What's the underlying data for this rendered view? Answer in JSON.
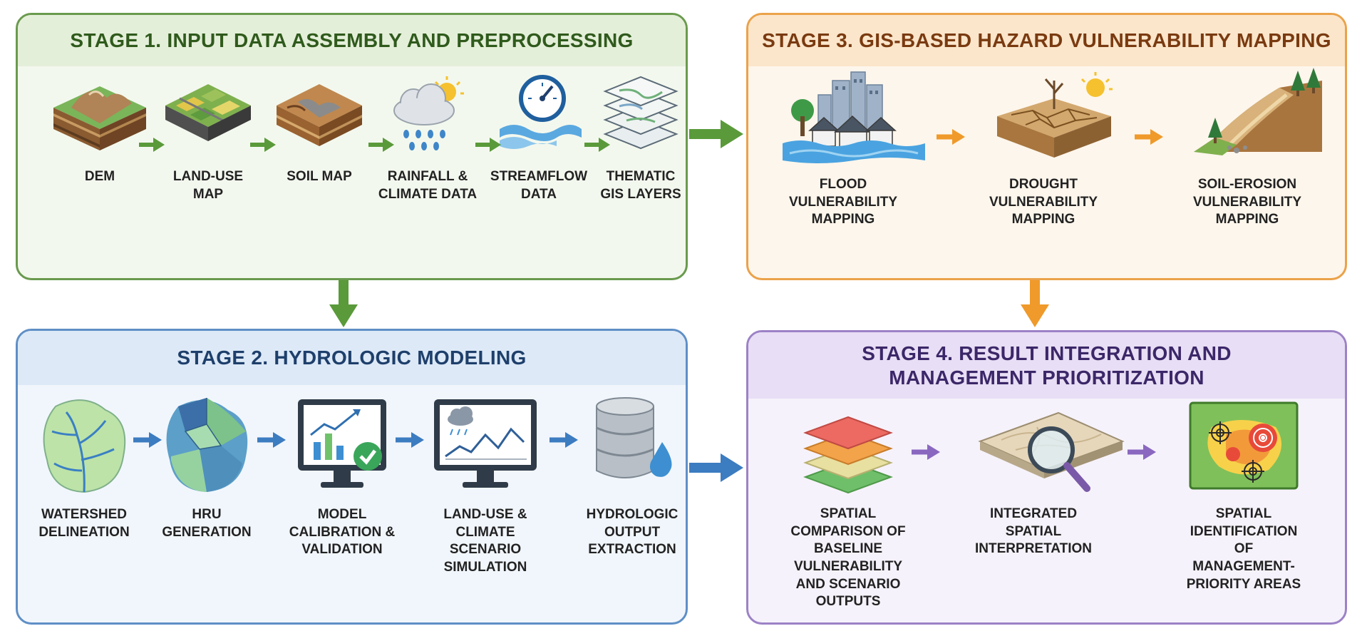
{
  "stage1": {
    "title": "STAGE 1. INPUT DATA ASSEMBLY AND PREPROCESSING",
    "items": [
      {
        "label": "DEM",
        "icon": "terrain-block-icon"
      },
      {
        "label": "LAND-USE\nMAP",
        "icon": "land-use-map-icon"
      },
      {
        "label": "SOIL MAP",
        "icon": "soil-block-icon"
      },
      {
        "label": "RAINFALL &\nCLIMATE DATA",
        "icon": "rain-cloud-sun-icon"
      },
      {
        "label": "STREAMFLOW\nDATA",
        "icon": "streamflow-gauge-icon"
      },
      {
        "label": "THEMATIC\nGIS LAYERS",
        "icon": "map-layers-icon"
      }
    ]
  },
  "stage2": {
    "title": "STAGE 2. HYDROLOGIC MODELING",
    "items": [
      {
        "label": "WATERSHED\nDELINEATION",
        "icon": "watershed-icon"
      },
      {
        "label": "HRU\nGENERATION",
        "icon": "hru-patches-icon"
      },
      {
        "label": "MODEL\nCALIBRATION &\nVALIDATION",
        "icon": "monitor-chart-check-icon"
      },
      {
        "label": "LAND-USE &\nCLIMATE SCENARIO\nSIMULATION",
        "icon": "monitor-rain-graph-icon"
      },
      {
        "label": "HYDROLOGIC\nOUTPUT\nEXTRACTION",
        "icon": "database-drop-icon"
      }
    ]
  },
  "stage3": {
    "title": "STAGE 3. GIS-BASED HAZARD VULNERABILITY MAPPING",
    "items": [
      {
        "label": "FLOOD\nVULNERABILITY\nMAPPING",
        "icon": "flooded-city-icon"
      },
      {
        "label": "DROUGHT\nVULNERABILITY\nMAPPING",
        "icon": "cracked-earth-icon"
      },
      {
        "label": "SOIL-EROSION\nVULNERABILITY\nMAPPING",
        "icon": "eroded-slope-icon"
      }
    ]
  },
  "stage4": {
    "title": "STAGE 4. RESULT INTEGRATION AND\nMANAGEMENT PRIORITIZATION",
    "items": [
      {
        "label": "SPATIAL COMPARISON OF\nBASELINE VULNERABILITY\nAND SCENARIO OUTPUTS",
        "icon": "stacked-layers-icon"
      },
      {
        "label": "INTEGRATED SPATIAL\nINTERPRETATION",
        "icon": "map-magnifier-icon"
      },
      {
        "label": "SPATIAL IDENTIFICATION\nOF MANAGEMENT-\nPRIORITY AREAS",
        "icon": "target-heatmap-icon"
      }
    ]
  },
  "colors": {
    "stage1": "#6a9a4e",
    "stage2": "#5f8fc6",
    "stage3": "#eba24a",
    "stage4": "#9c82c6",
    "arrow_green": "#5a9a3a",
    "arrow_blue": "#3c7cc0",
    "arrow_orange": "#ef9a2a",
    "arrow_purple": "#8a68c0"
  }
}
